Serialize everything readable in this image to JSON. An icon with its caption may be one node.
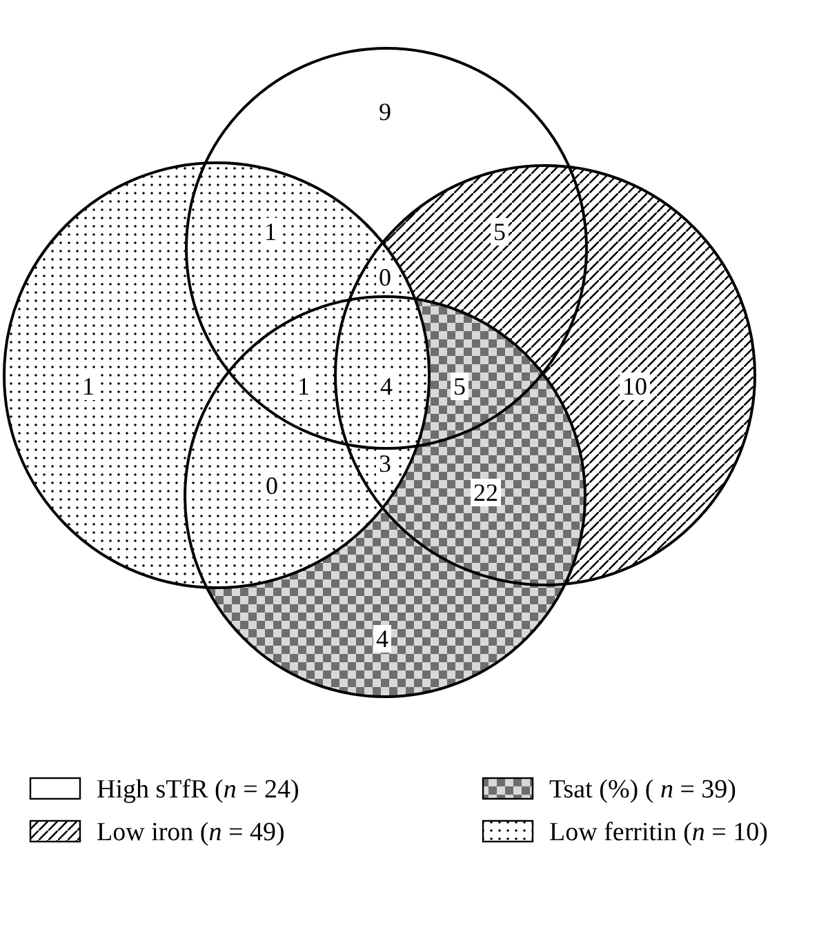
{
  "diagram": {
    "labels": [
      "9",
      "1",
      "5",
      "0",
      "1",
      "1",
      "4",
      "5",
      "10",
      "3",
      "0",
      "22",
      "4"
    ],
    "legend": [
      {
        "text": "High sTfR (*n* = 24)"
      },
      {
        "text": "Tsat (%) ( *n* = 39)"
      },
      {
        "text": "Low iron (*n* = 49)"
      },
      {
        "text": "Low ferritin (*n* = 10)"
      }
    ]
  }
}
